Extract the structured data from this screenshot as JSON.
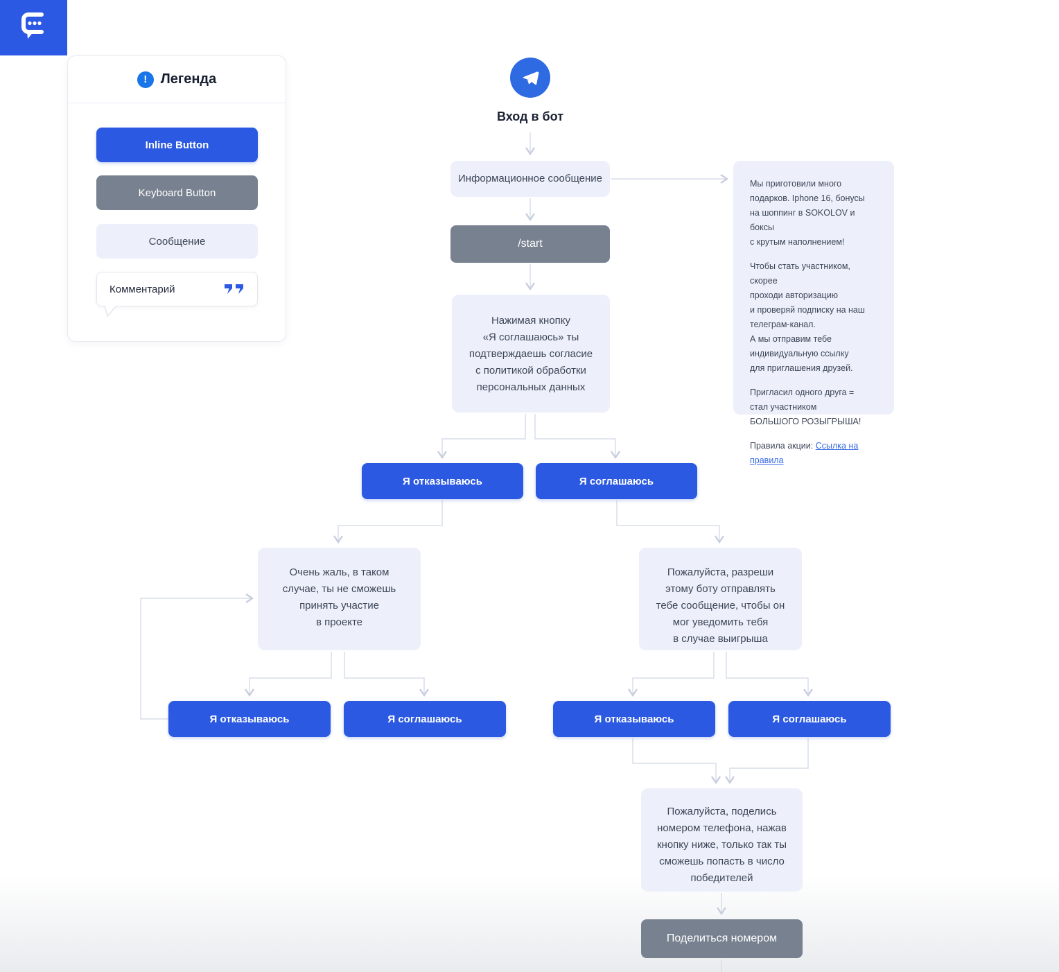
{
  "colors": {
    "accent_blue": "#2b59e1",
    "button_gray": "#78818f",
    "message_bg": "#edf0fa",
    "connector": "#d8dde9",
    "link_blue": "#3568e4",
    "legend_info_blue": "#1a76e8",
    "telegram_blue": "#2e6ae2"
  },
  "logo": {
    "icon": "chat-bubble-icon"
  },
  "legend": {
    "title": "Легенда",
    "inline_button_label": "Inline Button",
    "keyboard_button_label": "Keyboard Button",
    "message_label": "Сообщение",
    "comment_label": "Комментарий"
  },
  "flow": {
    "entry_label": "Вход в бот",
    "info_message": "Информационное сообщение",
    "start_command": "/start",
    "consent_message": "Нажимая кнопку\n«Я соглашаюсь» ты\nподтверждаешь согласие\nс политикой обработки\nперсональных данных",
    "decline_button": "Я отказываюсь",
    "agree_button": "Я соглашаюсь",
    "decline_result_message": "Очень жаль, в таком\nслучае, ты не сможешь\nпринять участие\nв проекте",
    "agree_result_message": "Пожалуйста, разреши\nэтому боту отправлять\nтебе сообщение, чтобы он\nмог уведомить тебя\nв случае выигрыша",
    "phone_request_message": "Пожалуйста, поделись\nномером телефона, нажав\nкнопку ниже, только так ты\nсможешь попасть в число\nпобедителей",
    "share_number_button": "Поделиться номером"
  },
  "comment_note": {
    "paragraphs": [
      "Мы приготовили много\nподарков. Iphone 16, бонусы\nна шоппинг в SOKOLOV и боксы\nс крутым наполнением!",
      "Чтобы стать участником, скорее\nпроходи авторизацию\nи проверяй подписку на наш\nтелеграм-канал.\nА мы отправим тебе\nиндивидуальную ссылку\nдля приглашения друзей.",
      "Пригласил одного друга =\nстал участником\nБОЛЬШОГО РОЗЫГРЫША!"
    ],
    "rules_prefix": "Правила акции: ",
    "rules_link": "Ссылка на правила"
  }
}
